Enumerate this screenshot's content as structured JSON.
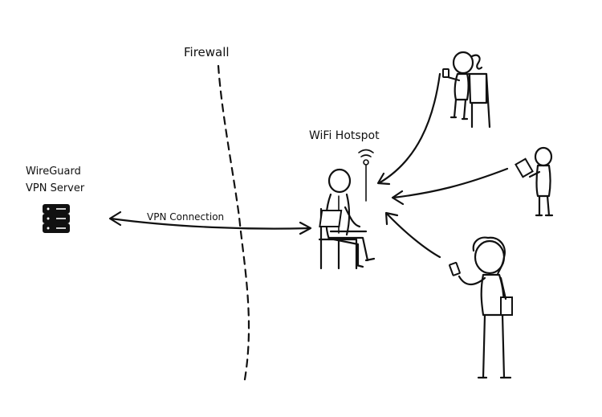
{
  "labels": {
    "firewall": "Firewall",
    "server_line1": "WireGuard",
    "server_line2": "VPN Server",
    "hotspot": "WiFi Hotspot",
    "connection": "VPN Connection"
  }
}
